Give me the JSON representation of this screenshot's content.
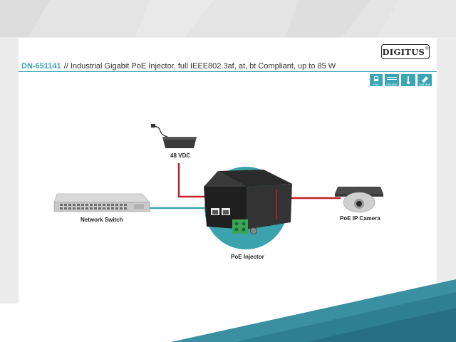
{
  "brand": {
    "logo_text": "DIGITUS",
    "registered": "®"
  },
  "header": {
    "product_code": "DN-651141",
    "description": "// Industrial Gigabit PoE Injector, full IEEE802.3af, at, bt Compliant, up to 85 W"
  },
  "badges": [
    {
      "icon": "poe-icon",
      "text": "PoE"
    },
    {
      "icon": "gigabit-ethernet-icon",
      "text": "GIGABIT"
    },
    {
      "icon": "temperature-icon",
      "text": ""
    },
    {
      "icon": "din-rail-icon",
      "text": "DIN Rail"
    }
  ],
  "diagram": {
    "power_label": "48 VDC",
    "switch_label": "Network Switch",
    "injector_label": "PoE Injector",
    "camera_label": "PoE IP Camera"
  },
  "colors": {
    "accent": "#3aa6b3",
    "power_line": "#c0202a",
    "data_line": "#3aa6b3",
    "circle": "#3ba3ae"
  }
}
